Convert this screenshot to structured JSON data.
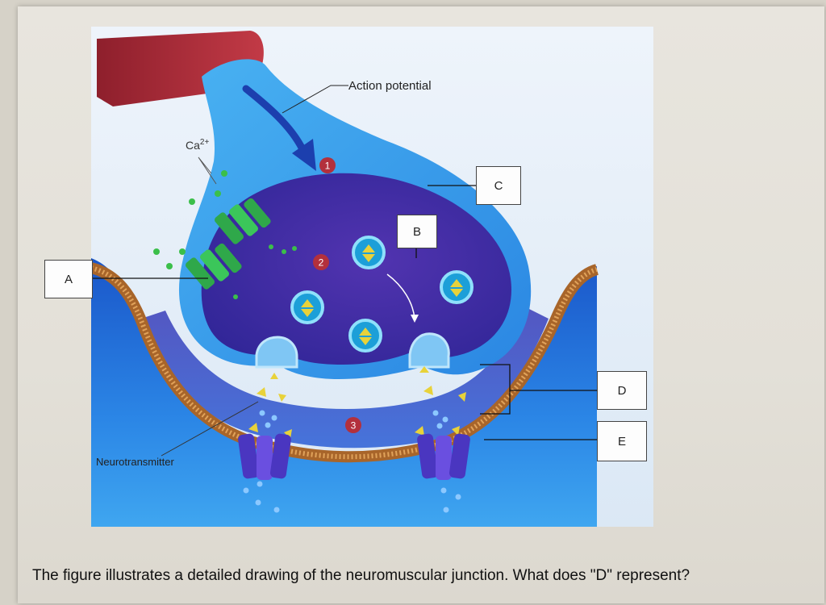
{
  "figure": {
    "labels": {
      "action_potential": "Action potential",
      "calcium": "Ca",
      "calcium_charge": "2+",
      "neurotransmitter": "Neurotransmitter",
      "step1": "1",
      "step2": "2",
      "step3": "3"
    },
    "boxes": {
      "a": "A",
      "b": "B",
      "c": "C",
      "d": "D",
      "e": "E"
    }
  },
  "question": {
    "text": "The figure illustrates a detailed drawing of the neuromuscular junction. What does \"D\" represent?"
  },
  "colors": {
    "axon_red": "#b3303c",
    "terminal_blue": "#3a9be8",
    "interior_purple": "#3d2a9a",
    "muscle_blue": "#1f6fdc",
    "membrane_brown": "#b5722f",
    "channel_green": "#2fa84a",
    "receptor_purple": "#5a3bc8",
    "neurotransmitter_yellow": "#e8d23a"
  }
}
